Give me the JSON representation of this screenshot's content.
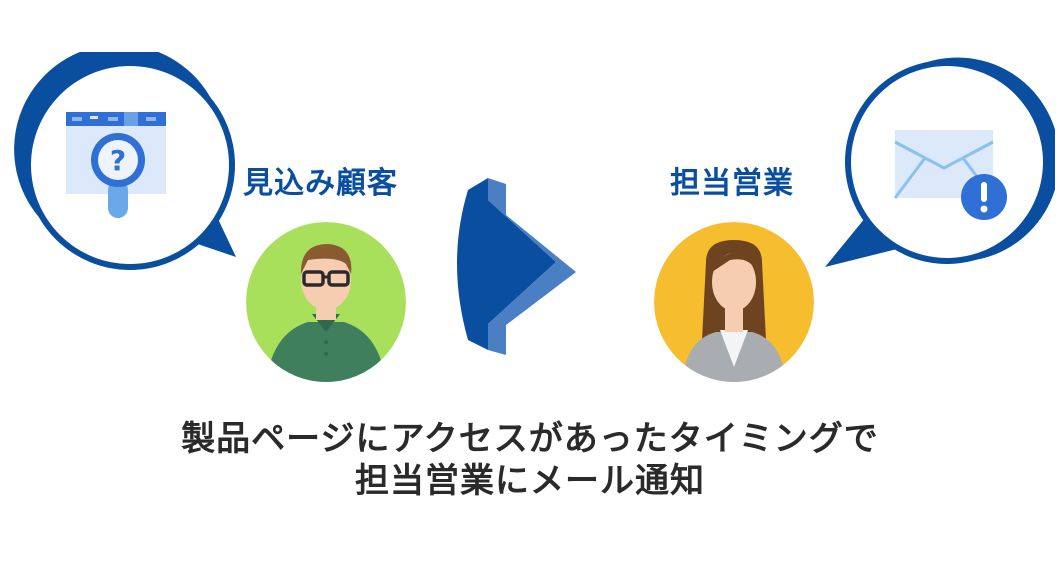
{
  "colors": {
    "brand_blue": "#0a4ea0",
    "icon_blue": "#2f6fd6",
    "icon_light": "#dce9fa",
    "customer_bg": "#a8e05c",
    "sales_bg": "#f6bd2f",
    "caption_text": "#2a2a2a"
  },
  "left": {
    "label": "見込み顧客",
    "bubble_icon": "web-page-search-icon",
    "avatar": "male-customer-avatar"
  },
  "center": {
    "icon": "arrow-right-icon"
  },
  "right": {
    "label": "担当営業",
    "bubble_icon": "mail-alert-icon",
    "avatar": "female-sales-avatar"
  },
  "caption": {
    "line1": "製品ページにアクセスがあったタイミングで",
    "line2": "担当営業にメール通知"
  }
}
